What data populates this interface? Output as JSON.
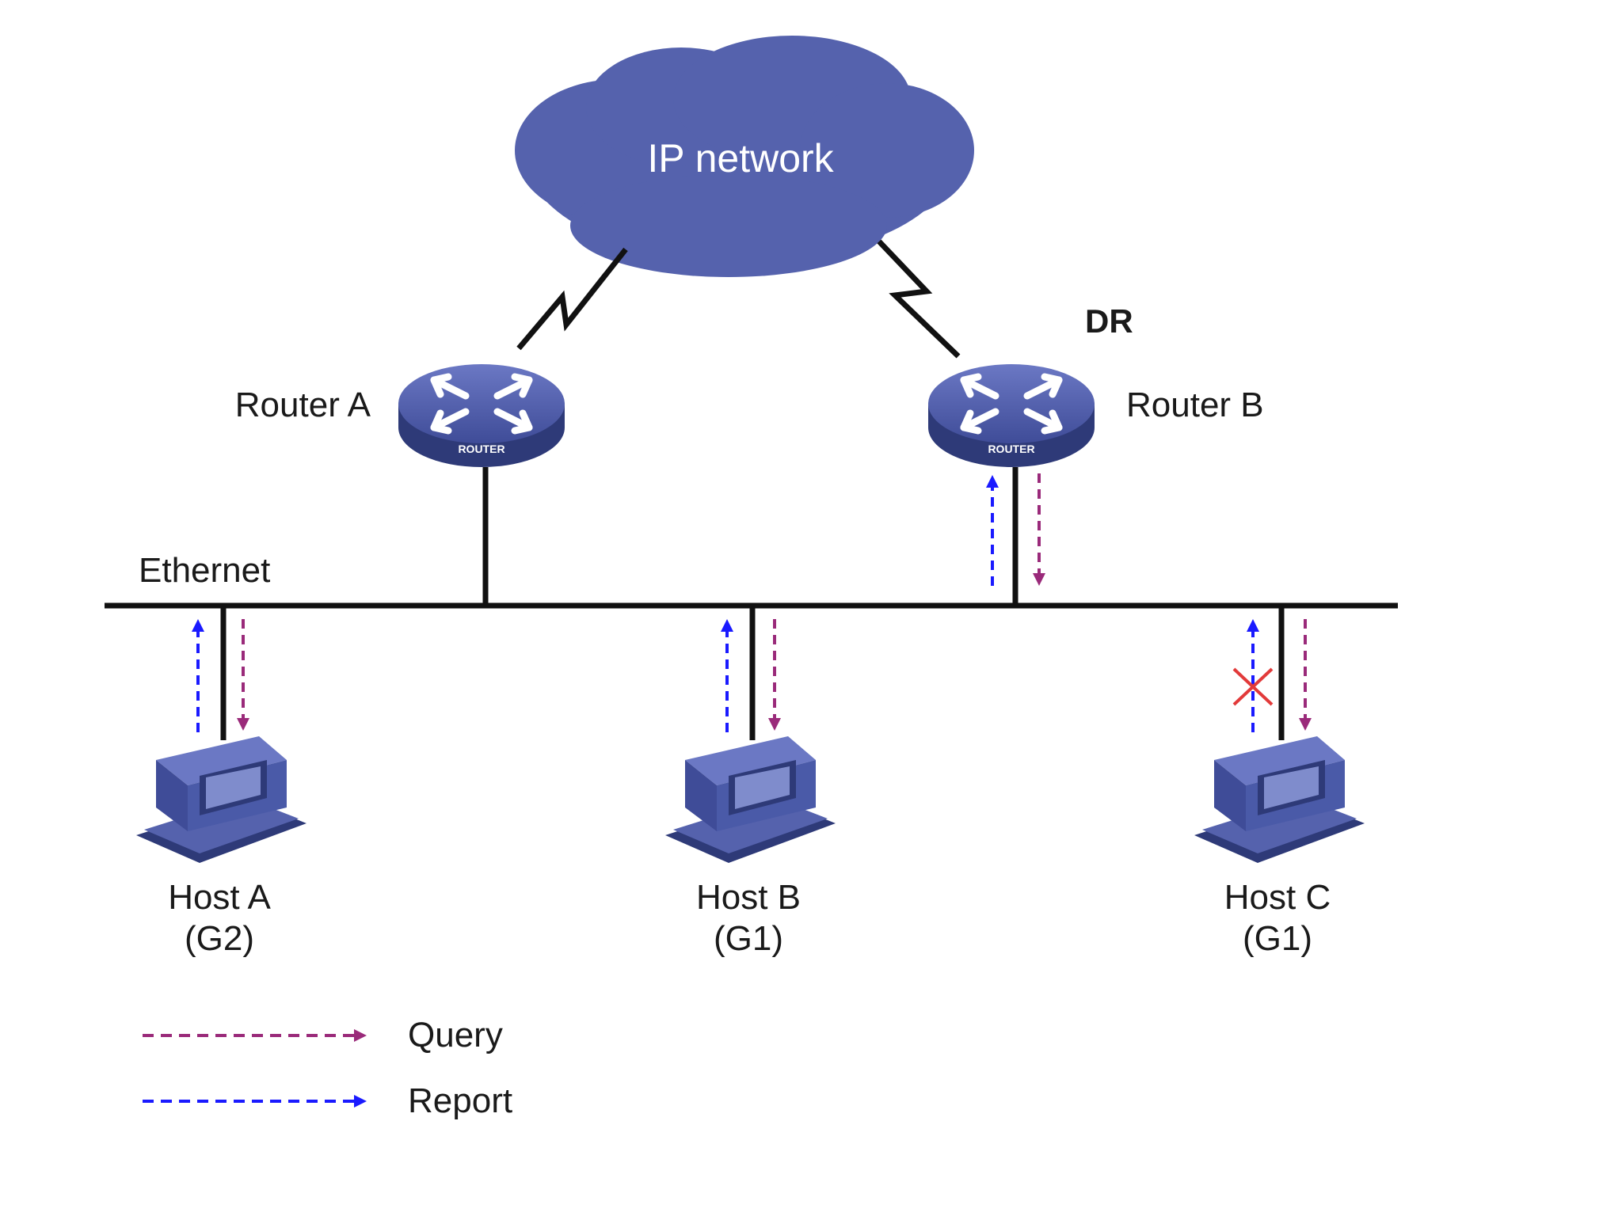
{
  "cloud": {
    "label": "IP network"
  },
  "dr_label": "DR",
  "routers": [
    {
      "name": "Router A",
      "badge": "ROUTER"
    },
    {
      "name": "Router B",
      "badge": "ROUTER"
    }
  ],
  "segment": {
    "label": "Ethernet"
  },
  "hosts": [
    {
      "name": "Host A",
      "group": "(G2)"
    },
    {
      "name": "Host B",
      "group": "(G1)"
    },
    {
      "name": "Host C",
      "group": "(G1)"
    }
  ],
  "legend": [
    {
      "label": "Query",
      "color": "#9a2a7a"
    },
    {
      "label": "Report",
      "color": "#1a1aff"
    }
  ],
  "colors": {
    "device": "#4a5aa8",
    "device_dark": "#2e3a78",
    "cloud": "#5562ad",
    "line": "#111111",
    "suppressed": "#e23a3a"
  }
}
